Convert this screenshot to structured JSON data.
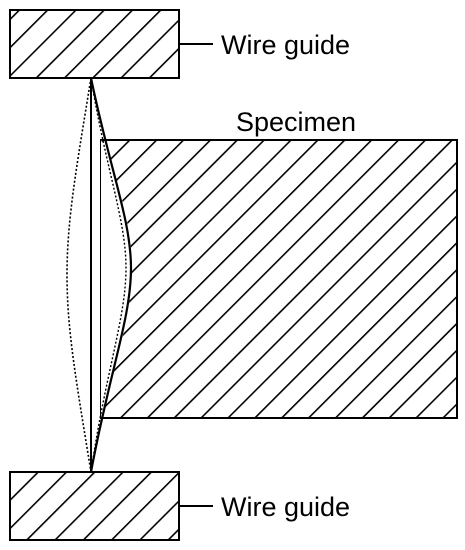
{
  "labels": {
    "top_guide": "Wire guide",
    "bottom_guide": "Wire guide",
    "specimen": "Specimen"
  },
  "colors": {
    "stroke": "#000000",
    "hatch": "#000000",
    "background": "#ffffff"
  }
}
